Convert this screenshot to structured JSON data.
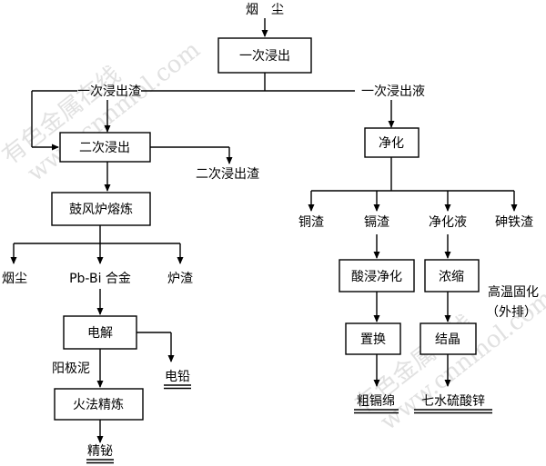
{
  "diagram": {
    "nodes": {
      "yanchen_top": "烟　尘",
      "leach1": "一次浸出",
      "leach1_residue": "一次浸出渣",
      "leach1_solution": "一次浸出液",
      "leach2": "二次浸出",
      "leach2_residue": "二次浸出渣",
      "purify": "净化",
      "blast_furnace": "鼓风炉熔炼",
      "copper_slag": "铜渣",
      "cadmium_slag": "镉渣",
      "purified_solution": "净化液",
      "arsenic_iron_slag": "砷铁渣",
      "yanchen_bottom": "烟尘",
      "pb_bi_alloy": "Pb-Bi 合金",
      "furnace_slag": "炉渣",
      "acid_leach_purify": "酸浸净化",
      "concentrate": "浓缩",
      "high_temp_fix": "高温固化",
      "discharge": "（外排）",
      "electrolysis": "电解",
      "anode_slime": "阳极泥",
      "electrolytic_lead": "电铅",
      "displacement": "置换",
      "crystallize": "结晶",
      "fire_refining": "火法精炼",
      "crude_cadmium_sponge": "粗镉绵",
      "zinc_sulfate": "七水硫酸锌",
      "refined_bismuth": "精铋"
    },
    "watermark": [
      "有色金属在线",
      "www.cnnmol.com"
    ]
  }
}
